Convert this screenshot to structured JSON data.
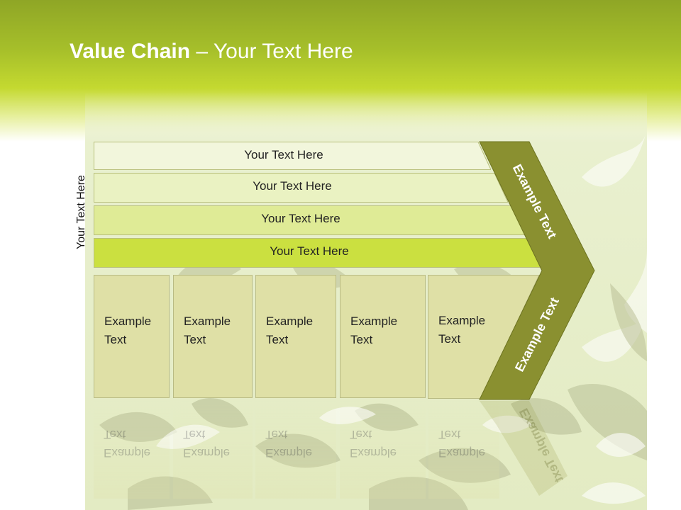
{
  "title": {
    "bold": "Value Chain",
    "rest": " – Your Text Here"
  },
  "side_label": "Your Text Here",
  "bars": [
    {
      "label": "Your Text Here",
      "color": "#f2f6dc"
    },
    {
      "label": "Your Text Here",
      "color": "#eaf2c2"
    },
    {
      "label": "Your Text Here",
      "color": "#dfeb96"
    },
    {
      "label": "Your Text Here",
      "color": "#cbe040"
    }
  ],
  "boxes": [
    {
      "line1": "Example",
      "line2": "Text"
    },
    {
      "line1": "Example",
      "line2": "Text"
    },
    {
      "line1": "Example",
      "line2": "Text"
    },
    {
      "line1": "Example",
      "line2": "Text"
    },
    {
      "line1": "Example",
      "line2": "Text"
    }
  ],
  "chevron": {
    "upper_label": "Example Text",
    "lower_label": "Example Text",
    "color": "#8a9030"
  },
  "colors": {
    "header_top": "#8fa626",
    "header_mid": "#c4d930",
    "panel": "#e6edc8",
    "box_fill": "#dfe0a6",
    "leaf": "#c9cfaa"
  }
}
